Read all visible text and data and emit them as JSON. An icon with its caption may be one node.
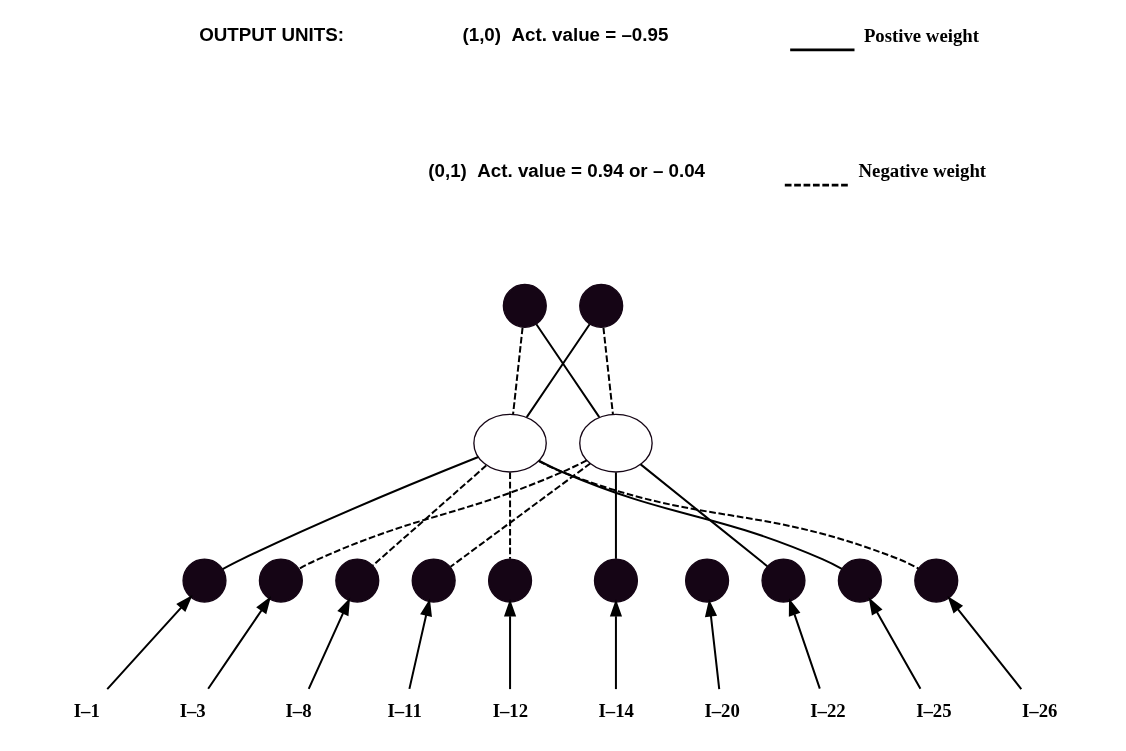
{
  "diagram": {
    "nodes": [
      {
        "text": [],
        "shape": "circle"
      },
      {
        "text": [],
        "shape": "circle"
      },
      {
        "text": [],
        "shape": "circle"
      },
      {
        "text": [],
        "shape": "circle"
      },
      {
        "text": [],
        "shape": "circle"
      },
      {
        "text": [],
        "shape": "circle"
      },
      {
        "text": [],
        "shape": "circle"
      },
      {
        "text": [],
        "shape": "circle"
      },
      {
        "text": [],
        "shape": "circle"
      },
      {
        "text": [],
        "shape": "circle"
      },
      {
        "text": [],
        "shape": "circle"
      },
      {
        "text": [],
        "shape": "circle"
      },
      {
        "text": [],
        "shape": "circle"
      },
      {
        "text": [],
        "shape": "circle"
      },
      {
        "text": [
          "I–1"
        ]
      },
      {
        "text": [
          "I–3"
        ]
      },
      {
        "text": [
          "I–8"
        ]
      },
      {
        "text": [
          "I–11"
        ]
      },
      {
        "text": [
          "I–12"
        ]
      },
      {
        "text": [
          "I–14"
        ]
      },
      {
        "text": [
          "I–20"
        ]
      },
      {
        "text": [
          "I–22"
        ]
      },
      {
        "text": [
          "I–25"
        ]
      },
      {
        "text": [
          "I–26"
        ]
      }
    ],
    "edges": [
      {
        "from": 0,
        "to": 2,
        "arrow": "none",
        "style": "dashed"
      },
      {
        "from": 0,
        "to": 3,
        "arrow": "none"
      },
      {
        "from": 1,
        "to": 2,
        "arrow": "none"
      },
      {
        "from": 1,
        "to": 3,
        "arrow": "none",
        "style": "dashed"
      },
      {
        "from": 2,
        "to": 4,
        "arrow": "none"
      },
      {
        "from": 2,
        "to": 6,
        "arrow": "none",
        "style": "dashed"
      },
      {
        "from": 2,
        "to": 8,
        "arrow": "none",
        "style": "dashed"
      },
      {
        "from": 2,
        "to": 12,
        "arrow": "none"
      },
      {
        "from": 2,
        "to": 13,
        "arrow": "none",
        "style": "dashed"
      },
      {
        "from": 3,
        "to": 5,
        "arrow": "none",
        "style": "dashed"
      },
      {
        "from": 3,
        "to": 7,
        "arrow": "none",
        "style": "dashed"
      },
      {
        "from": 3,
        "to": 9,
        "arrow": "none"
      },
      {
        "from": 3,
        "to": 11,
        "arrow": "none"
      },
      {
        "from": 14,
        "to": 4,
        "arrow": "to"
      },
      {
        "from": 15,
        "to": 5,
        "arrow": "to"
      },
      {
        "from": 16,
        "to": 6,
        "arrow": "to"
      },
      {
        "from": 17,
        "to": 7,
        "arrow": "to"
      },
      {
        "from": 18,
        "to": 8,
        "arrow": "to"
      },
      {
        "from": 19,
        "to": 9,
        "arrow": "to"
      },
      {
        "from": 20,
        "to": 10,
        "arrow": "to"
      },
      {
        "from": 21,
        "to": 11,
        "arrow": "to"
      },
      {
        "from": 22,
        "to": 12,
        "arrow": "to"
      },
      {
        "from": 23,
        "to": 13,
        "arrow": "to"
      }
    ],
    "labels": [
      "OUTPUT UNITS:",
      "(1,0)  Act. value = –0.95",
      "(0,1)  Act. value = 0.94 or – 0.04"
    ],
    "legend": [
      {
        "text": "Postive weight"
      },
      {
        "text": "Negative weight"
      }
    ]
  }
}
